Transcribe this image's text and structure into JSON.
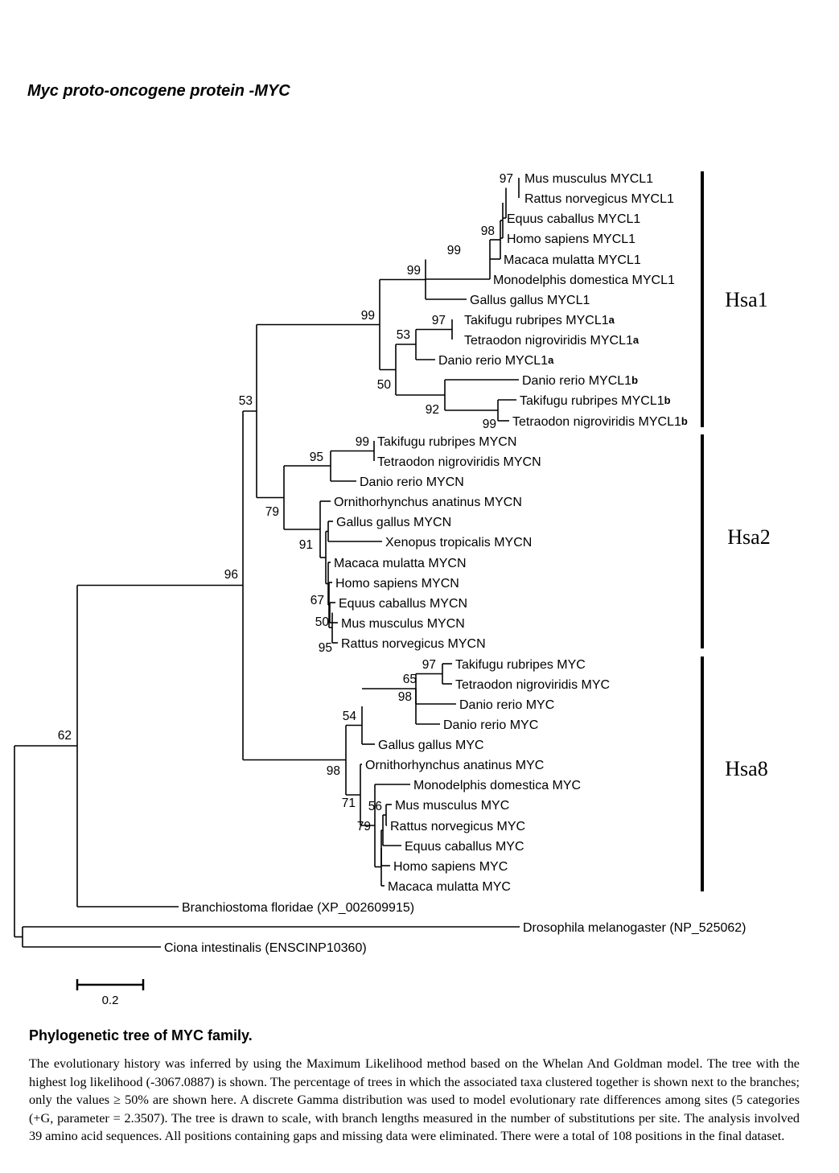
{
  "title": "Myc proto-oncogene protein -MYC",
  "tree": {
    "leaves": [
      {
        "id": "L1",
        "prefix": "Mus musculus MYCL1",
        "suffix": ""
      },
      {
        "id": "L2",
        "prefix": "Rattus norvegicus MYCL1",
        "suffix": ""
      },
      {
        "id": "L3",
        "prefix": "Equus caballus MYCL1",
        "suffix": ""
      },
      {
        "id": "L4",
        "prefix": "Homo sapiens MYCL1",
        "suffix": ""
      },
      {
        "id": "L5",
        "prefix": "Macaca mulatta MYCL1",
        "suffix": ""
      },
      {
        "id": "L6",
        "prefix": "Monodelphis domestica MYCL1",
        "suffix": ""
      },
      {
        "id": "L7",
        "prefix": "Gallus gallus MYCL1",
        "suffix": ""
      },
      {
        "id": "L8",
        "prefix": "Takifugu rubripes MYCL1",
        "suffix": "a"
      },
      {
        "id": "L9",
        "prefix": "Tetraodon nigroviridis MYCL1",
        "suffix": "a"
      },
      {
        "id": "L10",
        "prefix": "Danio rerio MYCL1",
        "suffix": "a"
      },
      {
        "id": "L11",
        "prefix": "Danio rerio MYCL1",
        "suffix": "b"
      },
      {
        "id": "L12",
        "prefix": "Takifugu rubripes MYCL1",
        "suffix": "b"
      },
      {
        "id": "L13",
        "prefix": "Tetraodon nigroviridis MYCL1",
        "suffix": "b"
      },
      {
        "id": "L14",
        "prefix": "Takifugu rubripes MYCN",
        "suffix": ""
      },
      {
        "id": "L15",
        "prefix": "Tetraodon nigroviridis MYCN",
        "suffix": ""
      },
      {
        "id": "L16",
        "prefix": "Danio rerio MYCN",
        "suffix": ""
      },
      {
        "id": "L17",
        "prefix": "Ornithorhynchus anatinus MYCN",
        "suffix": ""
      },
      {
        "id": "L18",
        "prefix": "Gallus gallus MYCN",
        "suffix": ""
      },
      {
        "id": "L19",
        "prefix": "Xenopus tropicalis MYCN",
        "suffix": ""
      },
      {
        "id": "L20",
        "prefix": "Macaca mulatta MYCN",
        "suffix": ""
      },
      {
        "id": "L21",
        "prefix": "Homo sapiens MYCN",
        "suffix": ""
      },
      {
        "id": "L22",
        "prefix": "Equus caballus MYCN",
        "suffix": ""
      },
      {
        "id": "L23",
        "prefix": "Mus musculus MYCN",
        "suffix": ""
      },
      {
        "id": "L24",
        "prefix": "Rattus norvegicus MYCN",
        "suffix": ""
      },
      {
        "id": "L25",
        "prefix": "Takifugu rubripes MYC",
        "suffix": ""
      },
      {
        "id": "L26",
        "prefix": "Tetraodon nigroviridis MYC",
        "suffix": ""
      },
      {
        "id": "L27",
        "prefix": "Danio rerio MYC",
        "suffix": ""
      },
      {
        "id": "L28",
        "prefix": "Danio rerio MYC",
        "suffix": ""
      },
      {
        "id": "L29",
        "prefix": "Gallus gallus MYC",
        "suffix": ""
      },
      {
        "id": "L30",
        "prefix": "Ornithorhynchus anatinus MYC",
        "suffix": ""
      },
      {
        "id": "L31",
        "prefix": "Monodelphis domestica MYC",
        "suffix": ""
      },
      {
        "id": "L32",
        "prefix": "Mus musculus MYC",
        "suffix": ""
      },
      {
        "id": "L33",
        "prefix": "Rattus norvegicus MYC",
        "suffix": ""
      },
      {
        "id": "L34",
        "prefix": "Equus caballus MYC",
        "suffix": ""
      },
      {
        "id": "L35",
        "prefix": "Homo sapiens MYC",
        "suffix": ""
      },
      {
        "id": "L36",
        "prefix": "Macaca mulatta MYC",
        "suffix": ""
      },
      {
        "id": "L37",
        "prefix": "Branchiostoma floridae (XP_002609915)",
        "suffix": ""
      },
      {
        "id": "L38",
        "prefix": "Drosophila melanogaster  (NP_525062)",
        "suffix": ""
      },
      {
        "id": "L39",
        "prefix": "Ciona intestinalis (ENSCINP10360)",
        "suffix": ""
      }
    ],
    "bootstrap": [
      "97",
      "98",
      "99",
      "99",
      "99",
      "97",
      "53",
      "50",
      "92",
      "99",
      "53",
      "99",
      "95",
      "79",
      "91",
      "67",
      "50",
      "95",
      "96",
      "97",
      "65",
      "98",
      "54",
      "98",
      "71",
      "56",
      "79",
      "62"
    ],
    "groups": [
      {
        "id": "Hsa1",
        "label": "Hsa1"
      },
      {
        "id": "Hsa2",
        "label": "Hsa2"
      },
      {
        "id": "Hsa8",
        "label": "Hsa8"
      }
    ],
    "scale_bar_value": 0.2,
    "scale_bar_label": "0.2"
  },
  "caption": {
    "title": "Phylogenetic tree of MYC family.",
    "body": "The evolutionary history was inferred by using the Maximum Likelihood method based on the Whelan And Goldman model. The tree with the highest log likelihood (-3067.0887) is shown. The percentage of trees in which the associated taxa clustered together is shown next to the branches; only the values ≥ 50% are shown here. A discrete Gamma distribution was used to model evolutionary rate differences among sites (5 categories (+G, parameter = 2.3507). The tree is drawn to scale, with branch lengths measured in the number of substitutions per site. The analysis involved 39 amino acid sequences. All positions containing gaps and missing data were eliminated. There were a total of 108 positions in the final dataset."
  }
}
